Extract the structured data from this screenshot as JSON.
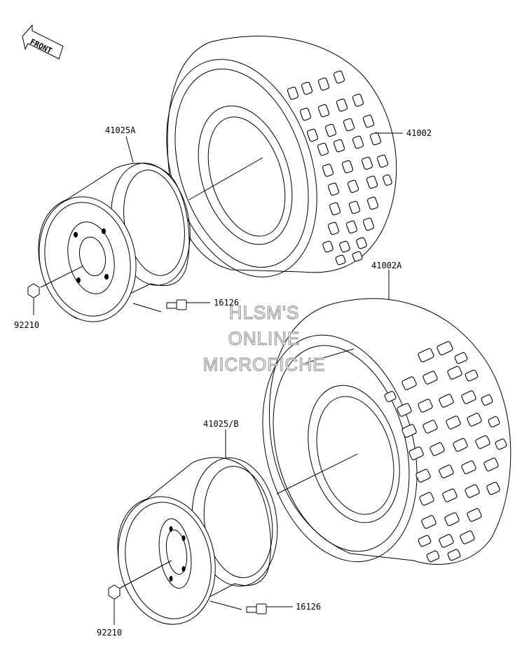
{
  "front_arrow": {
    "label": "FRONT"
  },
  "parts": {
    "tire_front": "41002",
    "tire_rear": "41002A",
    "wheel_front": "41025A",
    "wheel_rear": "41025/B",
    "valve_front": "16126",
    "valve_rear": "16126",
    "nut_front": "92210",
    "nut_rear": "92210"
  },
  "watermark": {
    "line1": "HLSM'S",
    "line2": "ONLINE",
    "line3": "MICROFICHE"
  }
}
